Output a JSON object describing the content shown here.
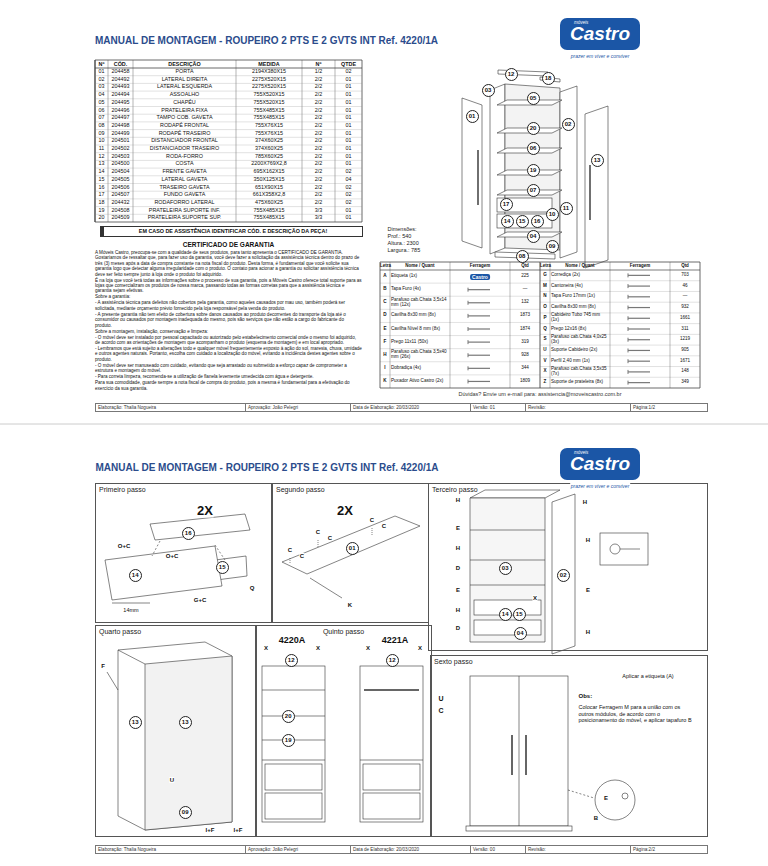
{
  "diagram": {
    "title": "MANUAL DE MONTAGEM - ROUPEIRO 2 PTS E 2 GVTS INT Ref. 4220/1A",
    "nodes": [
      {
        "text": [
          "móveis",
          "Castro"
        ]
      },
      {
        "text": [
          "EM CASO DE ASSISTÊNCIA IDENTIFICAR CÓD. E DESCRIÇÃO DA PEÇA!"
        ]
      },
      {
        "text": [
          "12"
        ]
      },
      {
        "text": [
          "18"
        ]
      },
      {
        "text": [
          "03"
        ]
      },
      {
        "text": [
          "05"
        ]
      },
      {
        "text": [
          "01"
        ]
      },
      {
        "text": [
          "02"
        ]
      },
      {
        "text": [
          "20"
        ]
      },
      {
        "text": [
          "06"
        ]
      },
      {
        "text": [
          "13"
        ]
      },
      {
        "text": [
          "19"
        ]
      },
      {
        "text": [
          "07"
        ]
      },
      {
        "text": [
          "17"
        ]
      },
      {
        "text": [
          "14"
        ]
      },
      {
        "text": [
          "15"
        ]
      },
      {
        "text": [
          "16"
        ]
      },
      {
        "text": [
          "10"
        ]
      },
      {
        "text": [
          "11"
        ]
      },
      {
        "text": [
          "04"
        ]
      },
      {
        "text": [
          "09"
        ]
      },
      {
        "text": [
          "08"
        ]
      },
      {
        "text": [
          "Elaboração: Thalia Nogueira"
        ]
      },
      {
        "text": [
          "Aprovação: João Pelegri"
        ]
      },
      {
        "text": [
          "Data de Elaboração: 20/03/2020"
        ]
      },
      {
        "text": [
          "Versão: 01"
        ]
      },
      {
        "text": [
          "Revisão:"
        ]
      },
      {
        "text": [
          "Página:1/2"
        ]
      },
      {
        "text": [
          "móveis",
          "Castro"
        ]
      },
      {
        "text": [
          "Primeiro passo"
        ]
      },
      {
        "text": [
          "16"
        ],
        "in": 29
      },
      {
        "text": [
          "14"
        ],
        "in": 29
      },
      {
        "text": [
          "15"
        ],
        "in": 29
      },
      {
        "text": [
          "Segundo passo"
        ]
      },
      {
        "text": [
          "01"
        ],
        "in": 33
      },
      {
        "text": [
          "Terceiro passo"
        ]
      },
      {
        "text": [
          "03"
        ],
        "in": 35
      },
      {
        "text": [
          "02"
        ],
        "in": 35
      },
      {
        "text": [
          "14"
        ],
        "in": 35
      },
      {
        "text": [
          "15"
        ],
        "in": 35
      },
      {
        "text": [
          "04"
        ],
        "in": 35
      },
      {
        "text": [
          "Quarto passo"
        ]
      },
      {
        "text": [
          "13"
        ],
        "in": 41
      },
      {
        "text": [
          "13"
        ],
        "in": 41
      },
      {
        "text": [
          "09"
        ],
        "in": 41
      },
      {
        "text": [
          "Quinto passo"
        ]
      },
      {
        "text": [
          "12"
        ],
        "in": 45
      },
      {
        "text": [
          "12"
        ],
        "in": 45
      },
      {
        "text": [
          "20"
        ],
        "in": 45
      },
      {
        "text": [
          "19"
        ],
        "in": 45
      },
      {
        "text": [
          "Sexto passo"
        ]
      },
      {
        "text": [
          "Elaboração: Thalia Nogueira"
        ]
      },
      {
        "text": [
          "Aprovação: João Pelegri"
        ]
      },
      {
        "text": [
          "Data de Elaboração: 20/03/2020"
        ]
      },
      {
        "text": [
          "Versão: 00"
        ]
      },
      {
        "text": [
          "Revisão:"
        ]
      },
      {
        "text": [
          "Página:2/2"
        ]
      }
    ],
    "labels": [
      "prazer em viver e conviver",
      "Nº",
      "CÓD.",
      "DESCRIÇÃO",
      "MEDIDA",
      "Nº",
      "QTDE",
      "01",
      "204458",
      "PORTA",
      "2194X380X15",
      "1/2",
      "02",
      "02",
      "204492",
      "LATERAL DIREITA",
      "2275X520X15",
      "2/2",
      "01",
      "03",
      "204493",
      "LATERAL ESQUERDA",
      "2275X520X15",
      "2/2",
      "01",
      "04",
      "204494",
      "ASSOALHO",
      "755X520X15",
      "2/2",
      "01",
      "05",
      "204495",
      "CHAPÉU",
      "755X520X15",
      "2/2",
      "01",
      "06",
      "204496",
      "PRATELEIRA FIXA",
      "755X485X15",
      "2/2",
      "01",
      "07",
      "204497",
      "TAMPO COB. GAVETA",
      "755X485X15",
      "2/2",
      "01",
      "08",
      "204498",
      "RODAPÉ FRONTAL",
      "755X76X15",
      "2/2",
      "01",
      "09",
      "204499",
      "RODAPÉ TRASEIRO",
      "755X76X15",
      "2/2",
      "01",
      "10",
      "204501",
      "DISTANCIADOR FRONTAL",
      "374X60X25",
      "2/2",
      "01",
      "11",
      "204502",
      "DISTANCIADOR TRASEIRO",
      "374X60X25",
      "2/2",
      "01",
      "12",
      "204503",
      "RODA-FORRO",
      "785X60X25",
      "2/2",
      "01",
      "13",
      "204500",
      "COSTA",
      "2200X769X2,8",
      "2/2",
      "01",
      "14",
      "204504",
      "FRENTE GAVETA",
      "695X162X15",
      "2/2",
      "02",
      "15",
      "204505",
      "LATERAL GAVETA",
      "350X125X15",
      "2/2",
      "04",
      "16",
      "204506",
      "TRASEIRO GAVETA",
      "651X90X15",
      "2/2",
      "02",
      "17",
      "204507",
      "FUNDO GAVETA",
      "661X358X2,8",
      "2/2",
      "02",
      "18",
      "204432",
      "RODAFORRO LATERAL",
      "475X60X25",
      "2/2",
      "02",
      "19",
      "204508",
      "PRATELEIRA SUPORTE INF.",
      "755X485X15",
      "3/3",
      "01",
      "20",
      "204509",
      "PRATELEIRA SUPORTE SUP.",
      "755X485X15",
      "3/3",
      "01",
      "CERTIFICADO DE GARANTIA",
      "A Móveis Castro, preocupa-se com a qualidade de seus produtos, para tanto apresenta o CERTIFICADO DE GARANTIA. Gostaríamos de ressaltar que, para fazer uso da garantia, você deve fazer a solicitação da assistência técnica dentro do prazo de três (3) meses após a data de compra constante na nota fiscal do produto. Desta forma, é fundamental que você solicite sua garantia logo que detectar alguma irregularidade com o produto. O contato para acionar a garantia ou solicitar assistência técnica deve ser feito sempre junto à loja onde o produto foi adquirido.",
      "É na loja que você terá todas as informações sobre o processo de sua garantia, pois a Móveis Castro oferece total suporte para as lojas que comercializam os produtos de nossa marca, passando todas as formas corretas para que a assistência técnica e garantia sejam efetivas.",
      "Sobre a garantia:",
      "- A assistência técnica para defeitos não cobertos pela garantia, como aqueles causados por mau uso, também poderá ser solicitada, mediante orçamento prévio fornecido pela loja responsável pela venda do produto.",
      "- A presente garantia não tem efeito de cobertura sobre danos causados ao produto decorrentes do transporte da loja até o consumidor ou causados por montagem inadequada do mesmo, pois são serviços que não estão a cargo do fabricante do produto.",
      "Sobre a montagem, instalação, conservação e limpeza:",
      "- O móvel deve ser instalado por pessoal capacitado ou autorizado pelo estabelecimento comercial onde o mesmo foi adquirido, de acordo com as orientações de montagem que acompanham o produto (esquema de montagem) e em local apropriado.",
      "- Lembramos que está sujeito a alterações todo e qualquer móvel frequentemente exposto à ação do sol, maresia, chuva, umidade e outros agentes naturais. Portanto, escolha com cuidado a localização do móvel, evitando a incidência destes agentes sobre o produto.",
      "- O móvel deve ser manuseado com cuidado, evitando que seja arrastado ou submetido a esforço capaz de comprometer a estrutura e montagem do móvel.",
      "- Para correta limpeza, recomenda-se a utilização de flanela levemente umedecida com água e detergente.",
      "Para sua comodidade, guarde sempre a nota fiscal de compra do produto, pois a mesma é fundamental para a efetivação do exercício da sua garantia.",
      "Dimensões:",
      "Prof.: 540",
      "Altura.: 2300",
      "Largura.: 785",
      "Letra",
      "Nome / Quant",
      "Ferragem",
      "Qtd",
      "Letra",
      "Nome / Quant",
      "Ferragem",
      "Qtd",
      "A",
      "Etiqueta (1x)",
      "225",
      "B",
      "Tapa Furo (4x)",
      "—",
      "C",
      "Parafuso cab.Chata 3,5x14 mm (12x)",
      "132",
      "D",
      "Cavilha 8x30 mm (8x)",
      "1873",
      "E",
      "Cavilha Nível 8 mm (8x)",
      "1874",
      "F",
      "Prego 11x11 (50x)",
      "319",
      "H",
      "Parafuso cab.Chata 3,5x40 mm (26x)",
      "928",
      "I",
      "Dobradiça (4x)",
      "344",
      "K",
      "Puxador Ativo Castro (2x)",
      "1809",
      "G",
      "Corrediça (2x)",
      "703",
      "M",
      "Cantoneira (4x)",
      "46",
      "N",
      "Tapa Furo 17mm (1x)",
      "—",
      "O",
      "Cavilha 8x30 mm (8x)",
      "932",
      "P",
      "Cabideiro Tubo 745 mm (1x)",
      "1661",
      "Q",
      "Prego 12x16 (8x)",
      "311",
      "S",
      "Parafuso cab.Chata 4,0x25 (3x)",
      "1219",
      "U",
      "Suporte Cabideiro (2x)",
      "905",
      "V",
      "Perfil 2,40 mm (1x)",
      "1671",
      "X",
      "Parafuso cab.Chata 3,5x35 (7x)",
      "148",
      "Z",
      "Suporte de prateleira (8x)",
      "349",
      "Castro",
      "Dúvidas? Envie um e-mail para: assistencia@moveiscastro.com.br",
      "MANUAL DE MONTAGEM - ROUPEIRO 2 PTS E 2 GVTS INT Ref. 4220/1A",
      "prazer em viver e conviver",
      "2X",
      "O+C",
      "O+C",
      "G+C",
      "Q",
      "14mm",
      "2X",
      "C",
      "C",
      "C",
      "C",
      "C",
      "C",
      "K",
      "H",
      "E",
      "H",
      "D",
      "E",
      "H",
      "D",
      "H",
      "H",
      "E",
      "H",
      "X",
      "F",
      "U",
      "I+F",
      "I+F",
      "4220A",
      "4221A",
      "X",
      "X",
      "X",
      "X",
      "U",
      "C",
      "Aplicar a etiqueta (A)",
      "Obs:",
      "Colocar Ferragem M para a união com os outros módulos, de acordo com o posicionamento do móvel, e aplicar tapafuro B",
      "E",
      "B"
    ]
  }
}
